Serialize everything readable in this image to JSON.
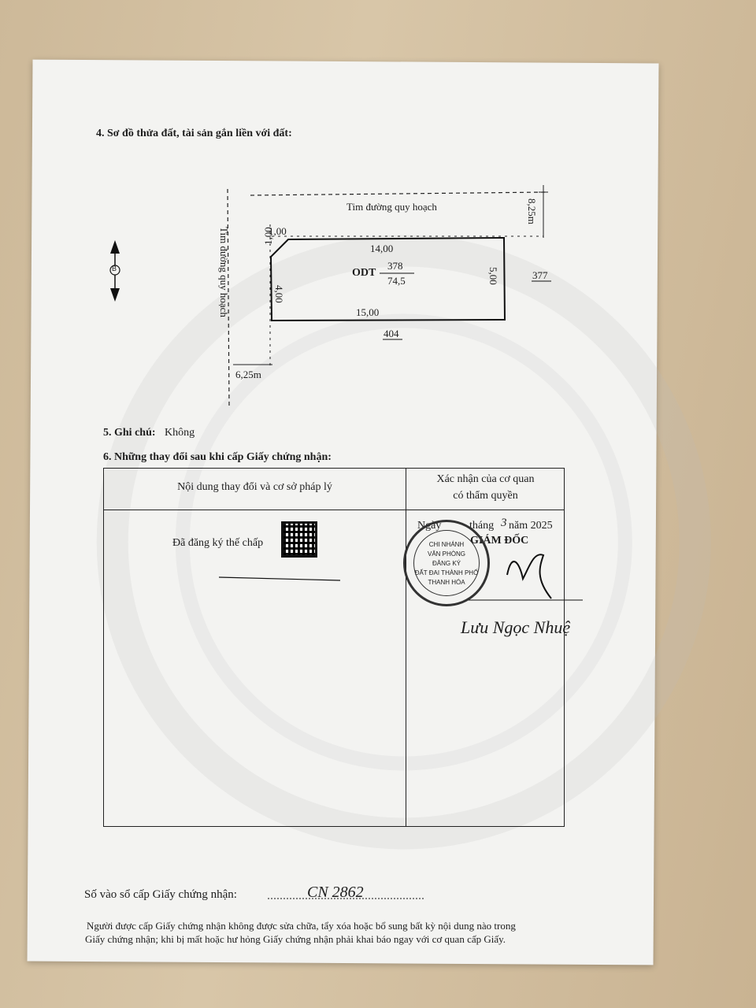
{
  "section4": {
    "heading": "4. Sơ đồ thửa đất, tài sản gắn liền với đất:"
  },
  "plot": {
    "road_top": "Tim đường quy hoạch",
    "road_left": "Tim đường quy hoạch",
    "road_top_width": "8,25m",
    "road_left_width": "6,25m",
    "corner_h": "1,00",
    "corner_v": "1,00",
    "edge_top": "14,00",
    "edge_bottom": "15,00",
    "edge_left": "4,00",
    "edge_right": "5,00",
    "land_type": "ODT",
    "parcel_no": "378",
    "area": "74,5",
    "neighbor_right": "377",
    "neighbor_bottom": "404",
    "north_symbol": "B"
  },
  "section5": {
    "label": "5. Ghi chú:",
    "value": "Không"
  },
  "section6": {
    "heading": "6. Những thay đổi sau khi cấp Giấy chứng nhận:",
    "col1_header": "Nội dung thay đổi và cơ sở pháp lý",
    "col2_header_line1": "Xác nhận của cơ quan",
    "col2_header_line2": "có thẩm quyền",
    "change_text": "Đã đăng ký thế chấp",
    "date_prefix": "Ngày",
    "date_month_label": "tháng",
    "date_month": "3",
    "date_year_label": "năm 2025",
    "official_title": "GIÁM ĐỐC",
    "stamp_lines": [
      "CHI NHÁNH",
      "VĂN PHÒNG",
      "ĐĂNG KÝ",
      "ĐẤT ĐAI THÀNH PHỐ",
      "THANH HÓA"
    ],
    "signer_name": "Lưu Ngọc Nhuệ"
  },
  "footer": {
    "reg_label": "Số vào sổ cấp Giấy chứng nhận:",
    "reg_number": "CN 2862",
    "note_line1": "Người được cấp Giấy chứng nhận không được sửa chữa, tẩy xóa hoặc bổ sung bất kỳ nội dung nào trong",
    "note_line2": "Giấy chứng nhận; khi bị mất hoặc hư hỏng Giấy chứng nhận phải khai báo ngay với cơ quan cấp Giấy."
  },
  "colors": {
    "paper": "#f3f3f1",
    "ink": "#1d1d1d",
    "background": "#d2bf9f"
  }
}
